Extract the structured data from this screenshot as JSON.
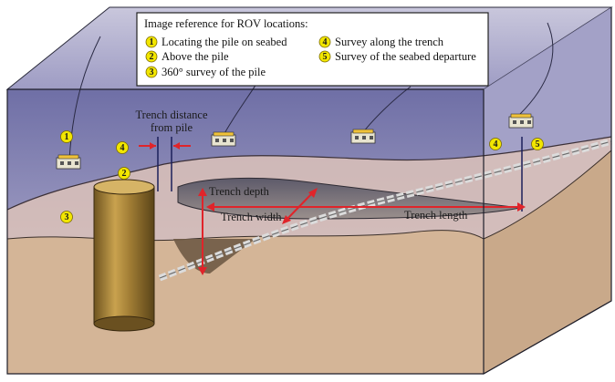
{
  "legend": {
    "title": "Image reference for ROV locations:",
    "items": [
      {
        "num": "1",
        "label": "Locating the pile on seabed"
      },
      {
        "num": "2",
        "label": "Above the pile"
      },
      {
        "num": "3",
        "label": "360° survey of the pile"
      },
      {
        "num": "4",
        "label": "Survey along the trench"
      },
      {
        "num": "5",
        "label": "Survey of the seabed departure"
      }
    ]
  },
  "labels": {
    "trench_distance_line1": "Trench distance",
    "trench_distance_line2": "from pile",
    "trench_depth": "Trench depth",
    "trench_width": "Trench width",
    "trench_length": "Trench length"
  },
  "markers": {
    "m1": "1",
    "m2": "2",
    "m3": "3",
    "m4a": "4",
    "m4b": "4",
    "m5": "5"
  },
  "colors": {
    "water_top": "#7e7fb0",
    "water_bottom": "#b8b6d2",
    "seabed": "#d6b79a",
    "seabed_dark": "#c2a284",
    "trench": "#7d6a55",
    "pile": "#b08a3c",
    "marker": "#f2e600",
    "arrow_red": "#e0242a"
  }
}
